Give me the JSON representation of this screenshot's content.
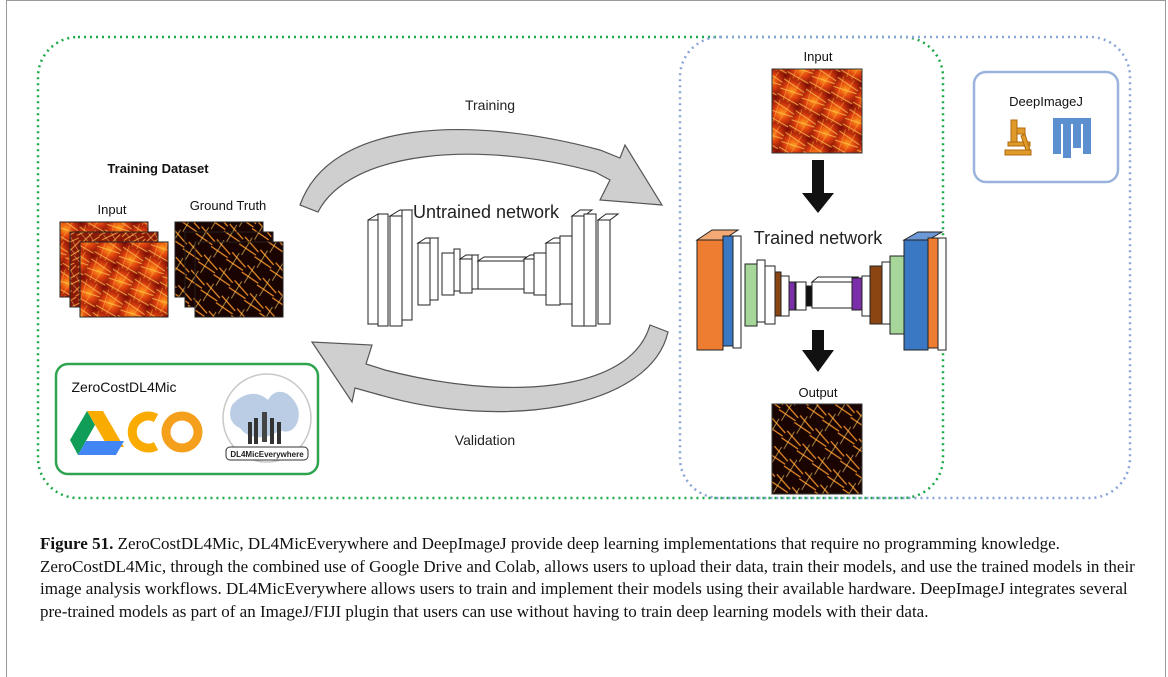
{
  "figure": {
    "training_label": "Training",
    "validation_label": "Validation",
    "untrained_label": "Untrained network",
    "trained_label": "Trained network",
    "dataset_title": "Training Dataset",
    "dataset_input_label": "Input",
    "dataset_ground_truth_label": "Ground Truth",
    "right_input_label": "Input",
    "right_output_label": "Output",
    "zerocost_title": "ZeroCostDL4Mic",
    "colab_logo_text": "CO",
    "dl4mic_everywhere_badge": "DL4MicEverywhere",
    "deepimagej_title": "DeepImageJ",
    "colors": {
      "green_dotted": "#1fa84a",
      "blue_dotted": "#8aa6d8",
      "green_box": "#2ea44f",
      "blue_box": "#9ab3dc",
      "orange_layer": "#ee7d32",
      "blue_layer": "#3b78c4",
      "green_layer": "#a6d69a",
      "brown_layer": "#8b4513",
      "purple_layer": "#7a2ea8",
      "fiji_blue": "#5b8fd0",
      "colab_orange": "#f4a01c",
      "colab_yellow": "#f9ab00"
    }
  },
  "caption": {
    "label": "Figure 51.",
    "text": " ZeroCostDL4Mic, DL4MicEverywhere and DeepImageJ provide deep learning implementations that require no programming knowledge. ZeroCostDL4Mic, through the combined use of Google Drive and Colab, allows users to upload their data, train their models, and use the trained models in their image analysis workflows. DL4MicEverywhere allows users to train and implement their models using their available hardware. DeepImageJ integrates several pre-trained models as part of an ImageJ/FIJI plugin that users can use without having to train deep learning models with their data."
  }
}
